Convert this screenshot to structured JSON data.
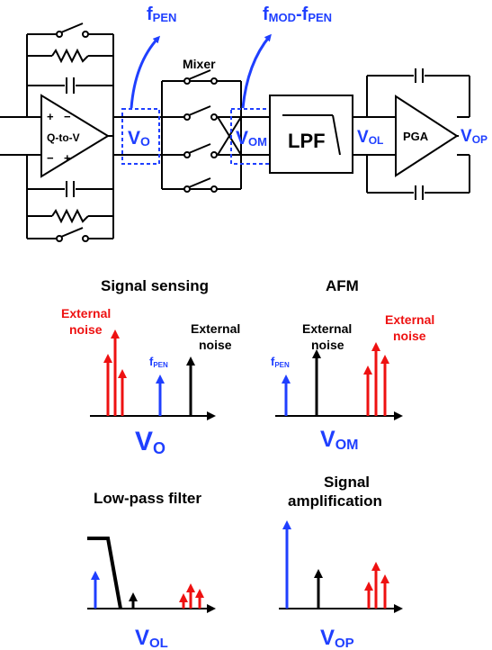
{
  "colors": {
    "signal": "#1f3fff",
    "noise": "#ee1111",
    "wire": "#000000",
    "node_box": "#1f3fff"
  },
  "circuit": {
    "amp_label": "Q-to-V",
    "amp_plus_top": "+",
    "amp_minus_top": "−",
    "amp_minus_bottom": "−",
    "amp_plus_bottom": "+",
    "freq_out1": {
      "base": "f",
      "sub": "PEN"
    },
    "freq_out2": {
      "base": "f",
      "sub1": "MOD",
      "dash": "-f",
      "sub2": "PEN"
    },
    "node_vo": {
      "base": "V",
      "sub": "O"
    },
    "node_vom": {
      "base": "V",
      "sub": "OM"
    },
    "node_vol": {
      "base": "V",
      "sub": "OL"
    },
    "node_vop": {
      "base": "V",
      "sub": "OP"
    },
    "mixer_label": "Mixer",
    "lpf_label": "LPF",
    "pga_label": "PGA"
  },
  "spectra": {
    "signal_sensing": {
      "title": "Signal sensing",
      "noise_left": [
        "External",
        "noise"
      ],
      "noise_right": [
        "External",
        "noise"
      ],
      "fpen": {
        "base": "f",
        "sub": "PEN"
      },
      "axis": {
        "base": "V",
        "sub": "O"
      }
    },
    "afm": {
      "title": "AFM",
      "fpen": {
        "base": "f",
        "sub": "PEN"
      },
      "noise_mid": [
        "External",
        "noise"
      ],
      "noise_right": [
        "External",
        "noise"
      ],
      "axis": {
        "base": "V",
        "sub": "OM"
      }
    },
    "low_pass": {
      "title": "Low-pass filter",
      "axis": {
        "base": "V",
        "sub": "OL"
      }
    },
    "amplification": {
      "title": [
        "Signal",
        "amplification"
      ],
      "axis": {
        "base": "V",
        "sub": "OP"
      }
    }
  }
}
